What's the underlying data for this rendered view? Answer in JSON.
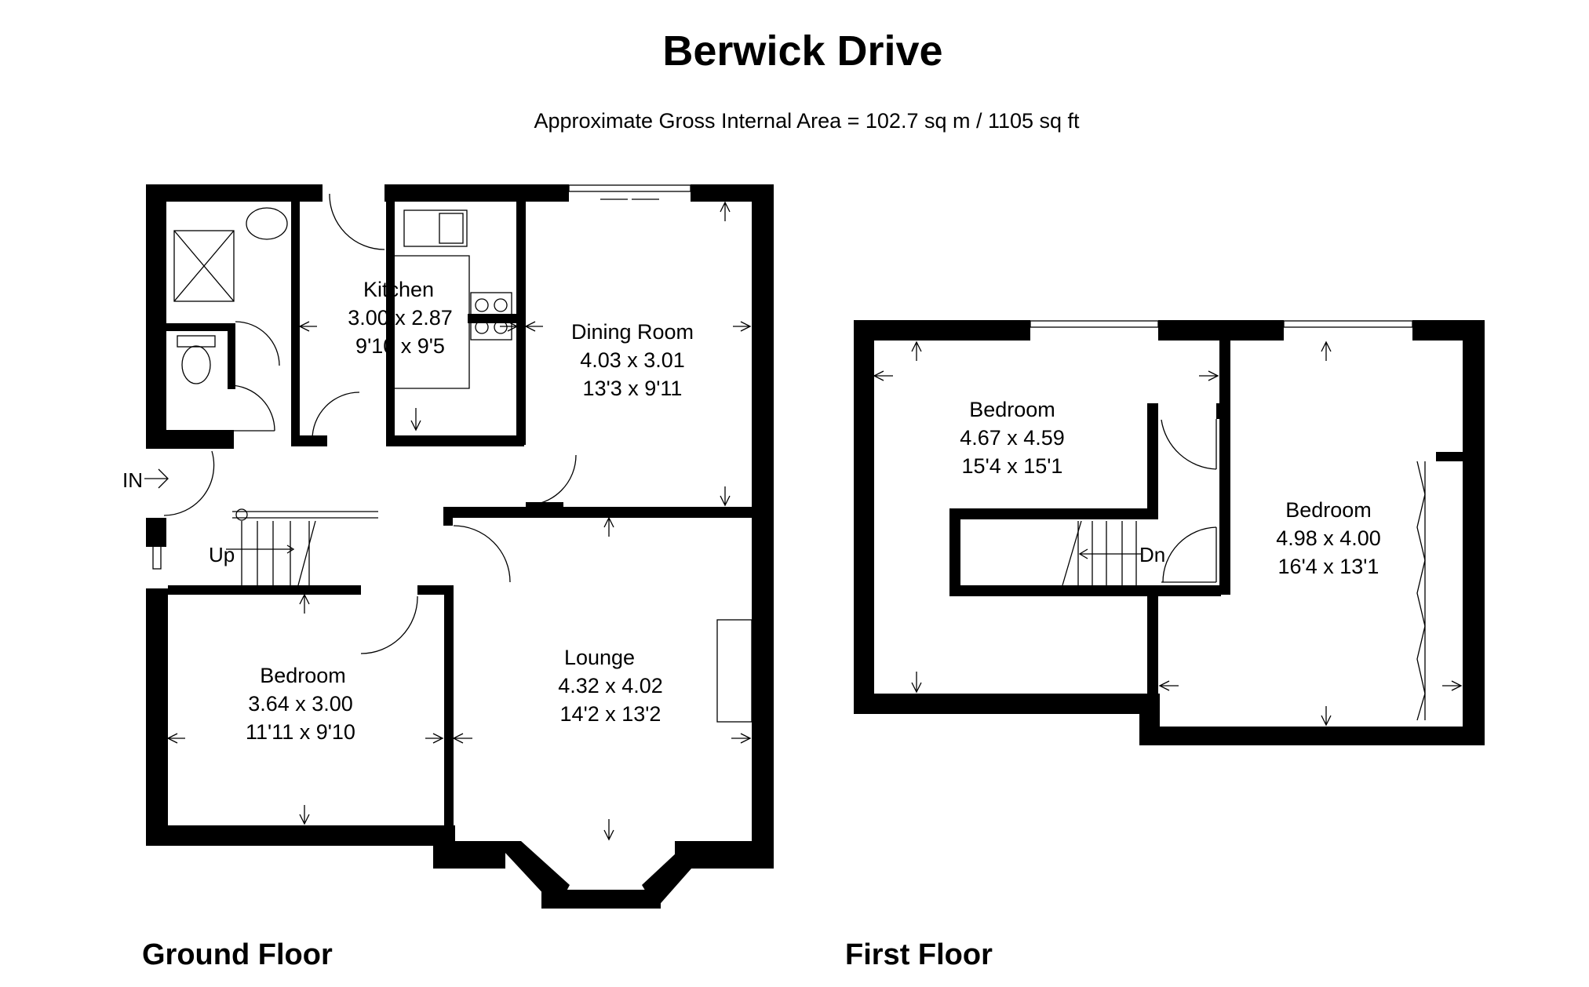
{
  "title": "Berwick Drive",
  "subtitle": "Approximate Gross Internal Area = 102.7 sq m / 1105 sq ft",
  "floors": [
    {
      "label": "Ground Floor",
      "rooms": [
        {
          "name": "Kitchen",
          "metric": "3.00 x 2.87",
          "imperial": "9'10 x 9'5"
        },
        {
          "name": "Dining Room",
          "metric": "4.03 x 3.01",
          "imperial": "13'3 x 9'11"
        },
        {
          "name": "Bedroom",
          "metric": "3.64 x 3.00",
          "imperial": "11'11 x 9'10"
        },
        {
          "name": "Lounge",
          "metric": "4.32 x 4.02",
          "imperial": "14'2 x 13'2"
        }
      ],
      "labels": {
        "entrance": "IN",
        "stairs": "Up"
      }
    },
    {
      "label": "First Floor",
      "rooms": [
        {
          "name": "Bedroom",
          "metric": "4.67 x 4.59",
          "imperial": "15'4 x 15'1"
        },
        {
          "name": "Bedroom",
          "metric": "4.98 x 4.00",
          "imperial": "16'4 x 13'1"
        }
      ],
      "labels": {
        "stairs": "Dn"
      }
    }
  ]
}
